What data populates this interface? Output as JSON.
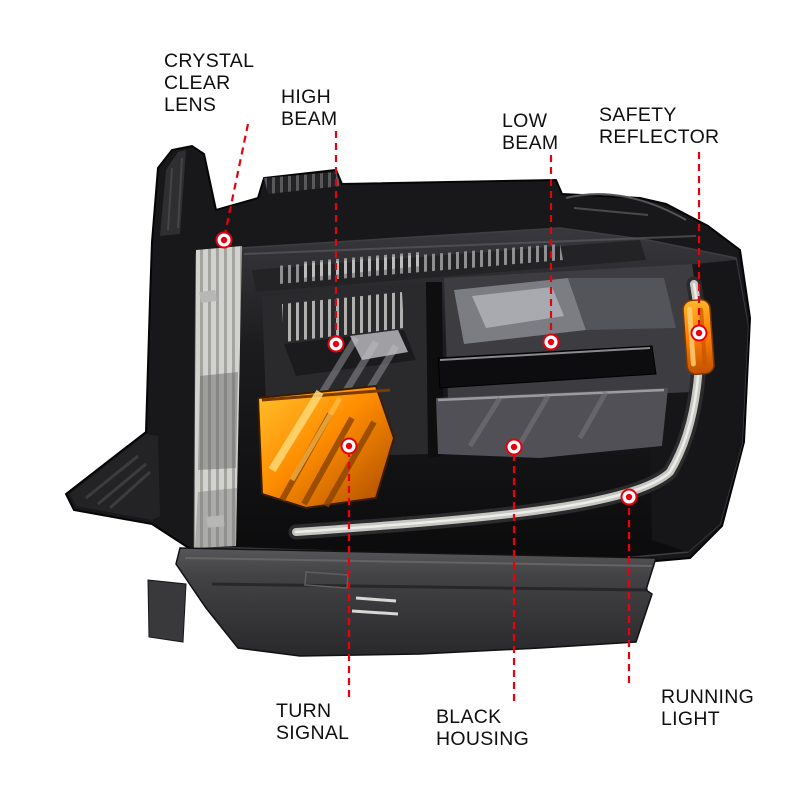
{
  "diagram": {
    "subject": "headlight-assembly",
    "background": "#ffffff"
  },
  "colors": {
    "callout_red": "#e8000f",
    "turn_signal_amber": "#ff8d00",
    "reflector_amber": "#ff7d00",
    "housing_black": "#18181a",
    "lens_gray": "#d2d2cf"
  },
  "callouts": [
    {
      "id": "crystal-clear-lens",
      "label": "CRYSTAL\nCLEAR\nLENS"
    },
    {
      "id": "high-beam",
      "label": "HIGH\nBEAM"
    },
    {
      "id": "low-beam",
      "label": "LOW\nBEAM"
    },
    {
      "id": "safety-reflector",
      "label": "SAFETY\nREFLECTOR"
    },
    {
      "id": "turn-signal",
      "label": "TURN\nSIGNAL"
    },
    {
      "id": "black-housing",
      "label": "BLACK\nHOUSING"
    },
    {
      "id": "running-light",
      "label": "RUNNING\nLIGHT"
    }
  ]
}
